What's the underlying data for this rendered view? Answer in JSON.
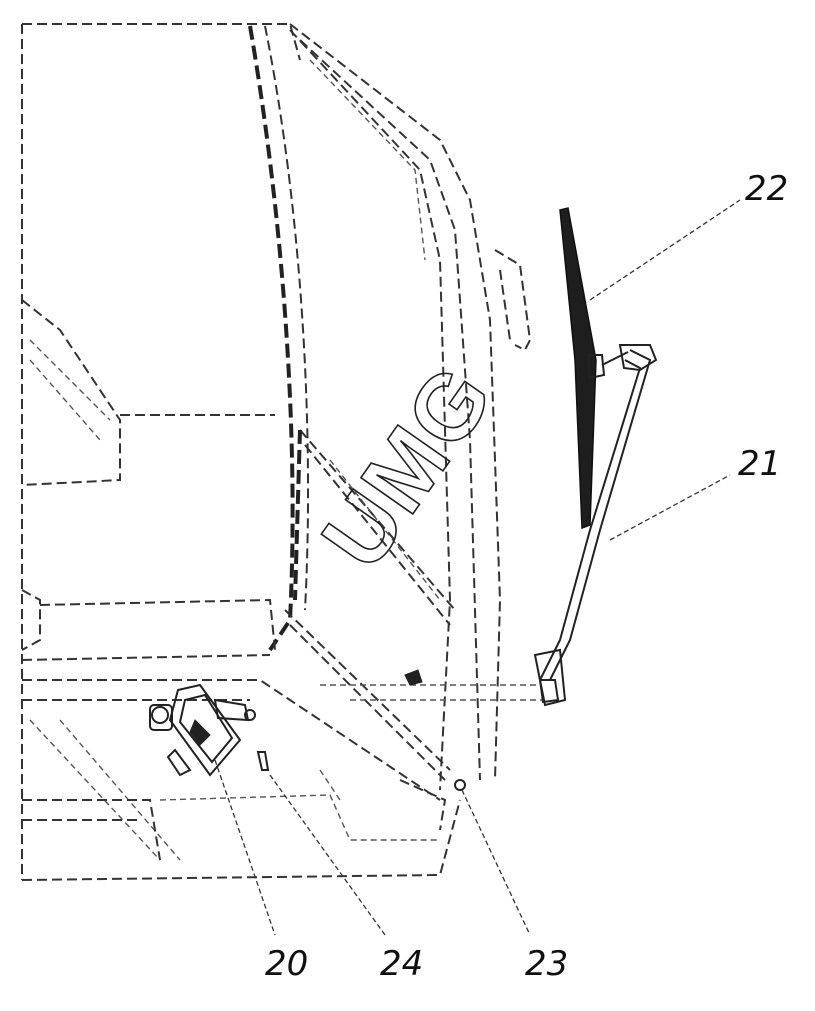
{
  "callouts": {
    "c20": "20",
    "c21": "21",
    "c22": "22",
    "c23": "23",
    "c24": "24"
  },
  "watermark": "UMG",
  "colors": {
    "line": "#222222",
    "background": "#ffffff"
  }
}
